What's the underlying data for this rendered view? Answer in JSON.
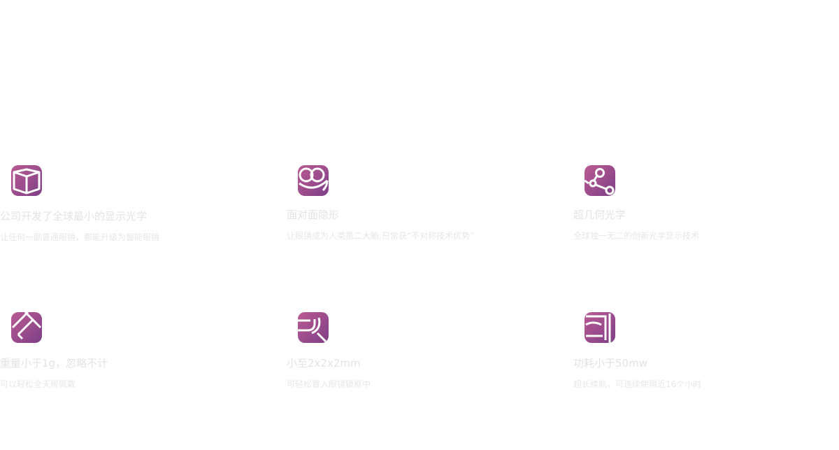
{
  "features": [
    {
      "icon": "cube-icon",
      "title": "公司开发了全球最小的显示光学",
      "desc": "让任何一副普通眼镜，都能升级为智能眼镜"
    },
    {
      "icon": "eye-lens-icon",
      "title": "面对面隐形",
      "desc": "让眼镜成为人类第二大脑;日常获“不对称技术优势”"
    },
    {
      "icon": "optics-network-icon",
      "title": "超几何光学",
      "desc": "全球独一无二的创新光学显示技术"
    },
    {
      "icon": "feather-weight-icon",
      "title": "重量小于1g，忽略不计",
      "desc": "可以轻松全天候佩戴"
    },
    {
      "icon": "compact-size-icon",
      "title": "小至2x2x2mm",
      "desc": "可轻松置入眼镜镜框中"
    },
    {
      "icon": "low-power-icon",
      "title": "功耗小于50mw",
      "desc": "超长续航，可连续使用近16个小时"
    }
  ],
  "colors": {
    "icon_gradient_start": "#b95a92",
    "icon_gradient_end": "#7c3f87",
    "title_text": "#e3e3e3",
    "desc_text": "#e7e7e7"
  }
}
